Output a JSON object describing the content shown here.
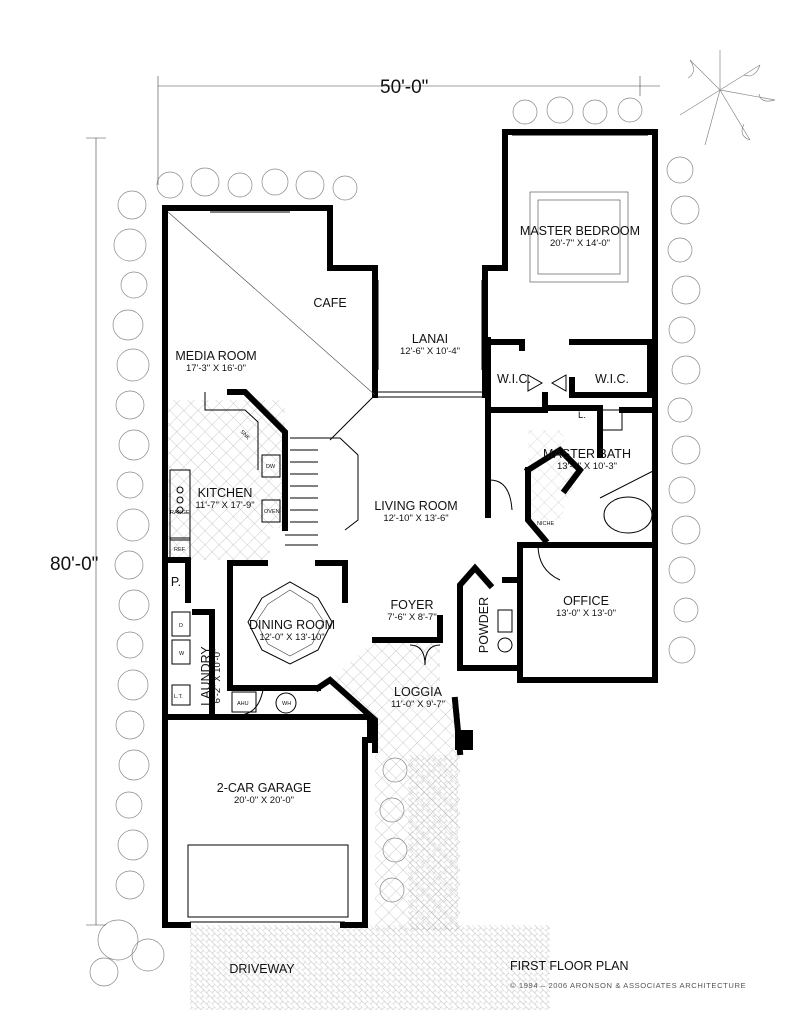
{
  "dimensions": {
    "width": "50'-0\"",
    "depth": "80'-0\""
  },
  "rooms": {
    "master_bedroom": {
      "name": "MASTER BEDROOM",
      "size": "20'-7\" X 14'-0\""
    },
    "cafe": {
      "name": "CAFE"
    },
    "lanai": {
      "name": "LANAI",
      "size": "12'-6\" X 10'-4\""
    },
    "media_room": {
      "name": "MEDIA ROOM",
      "size": "17'-3\" X 16'-0\""
    },
    "wic_left": {
      "name": "W.I.C."
    },
    "wic_right": {
      "name": "W.I.C."
    },
    "linen": {
      "name": "L."
    },
    "master_bath": {
      "name": "MASTER BATH",
      "size": "13'-4\" X 10'-3\""
    },
    "kitchen": {
      "name": "KITCHEN",
      "size": "11'-7\" X 17'-9\""
    },
    "living_room": {
      "name": "LIVING ROOM",
      "size": "12'-10\" X 13'-6\""
    },
    "pantry": {
      "name": "P."
    },
    "dining_room": {
      "name": "DINING ROOM",
      "size": "12'-0\" X 13'-10\""
    },
    "foyer": {
      "name": "FOYER",
      "size": "7'-6\" X 8'-7\""
    },
    "powder": {
      "name": "POWDER"
    },
    "office": {
      "name": "OFFICE",
      "size": "13'-0\" X 13'-0\""
    },
    "laundry": {
      "name": "LAUNDRY",
      "size": "6'-2\" X 10'-0\""
    },
    "loggia": {
      "name": "LOGGIA",
      "size": "11'-0\" X 9'-7\""
    },
    "garage": {
      "name": "2-CAR GARAGE",
      "size": "20'-0\" X 20'-0\""
    },
    "driveway": {
      "name": "DRIVEWAY"
    }
  },
  "fixtures": {
    "snk": "SNK",
    "dw": "DW",
    "oven": "OVEN",
    "range": "RANGE",
    "ref": "REF.",
    "dryer": "D",
    "washer": "W",
    "laundry_tub": "L.T.",
    "ahu": "AHU",
    "wh": "WH",
    "niche": "NICHE"
  },
  "plan_title": "FIRST FLOOR PLAN",
  "copyright": "© 1994 – 2006 ARONSON & ASSOCIATES ARCHITECTURE"
}
